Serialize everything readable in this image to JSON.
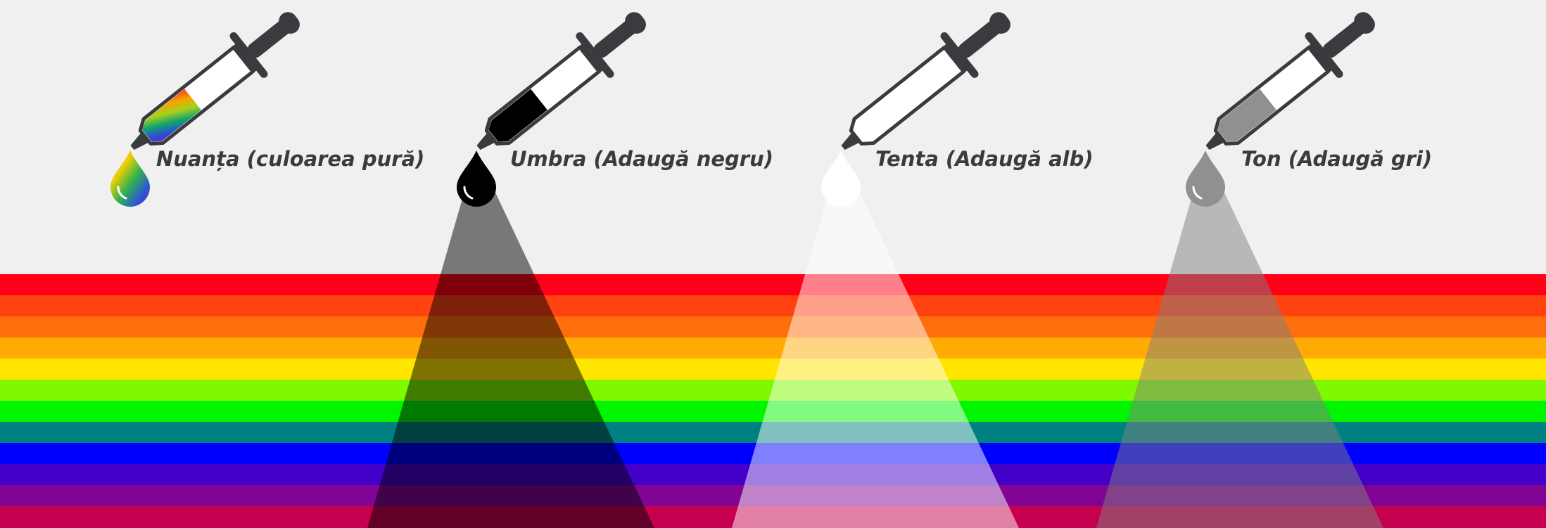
{
  "labels": {
    "hue": "Nuanța (culoarea pură)",
    "shade": "Umbra (Adaugă negru)",
    "tint": "Tenta (Adaugă alb)",
    "tone": "Ton (Adaugă gri)"
  },
  "stripe_colors": [
    "#ff0016",
    "#ff4210",
    "#ff6e0c",
    "#ffab03",
    "#ffe500",
    "#7ef900",
    "#00f500",
    "#008080",
    "#0000ff",
    "#4200c9",
    "#810492",
    "#c5004f"
  ],
  "overlays": [
    {
      "name": "shade",
      "color": "#000000",
      "opacity": 0.5
    },
    {
      "name": "tint",
      "color": "#ffffff",
      "opacity": 0.5
    },
    {
      "name": "tone",
      "color": "#808080",
      "opacity": 0.5
    }
  ],
  "colors": {
    "background": "#f0f0f0",
    "dropper": "#3a3b3e",
    "label": "#3a3b3e"
  },
  "icons": [
    "eyedropper-icon",
    "drop-icon"
  ]
}
